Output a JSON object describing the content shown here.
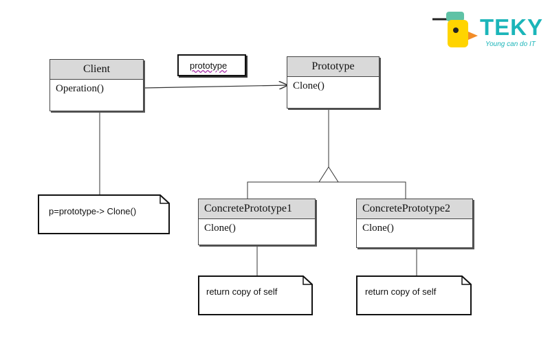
{
  "brand": {
    "name": "TEKY",
    "tagline": "Young can do IT"
  },
  "labels": {
    "pattern": "prototype"
  },
  "classes": {
    "client": {
      "name": "Client",
      "operation": "Operation()"
    },
    "prototype": {
      "name": "Prototype",
      "operation": "Clone()"
    },
    "concrete1": {
      "name": "ConcretePrototype1",
      "operation": "Clone()"
    },
    "concrete2": {
      "name": "ConcretePrototype2",
      "operation": "Clone()"
    }
  },
  "notes": {
    "client": "p=prototype-> Clone()",
    "concrete1": "return copy of self",
    "concrete2": "return copy of self"
  }
}
